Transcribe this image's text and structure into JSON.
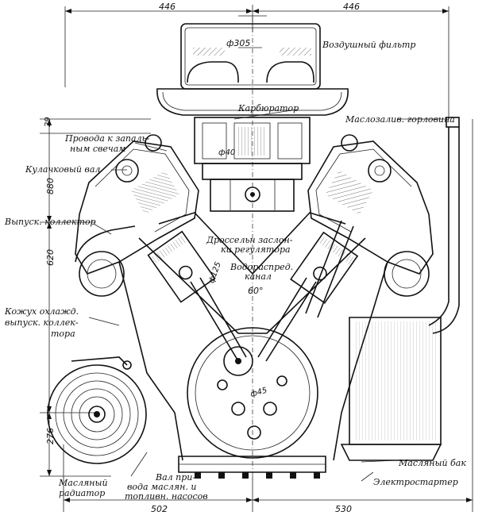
{
  "dimensions": {
    "top_left": "446",
    "top_right": "446",
    "bottom_left": "502",
    "bottom_right": "530",
    "side_29": "29",
    "side_880": "880",
    "side_620": "620",
    "side_276": "276",
    "filter_dia": "ф305",
    "carb_dia": "ф40",
    "piston_dia": "ф125",
    "crank_dia": "ф45",
    "angle": "60°"
  },
  "labels": {
    "air_filter": "Воздушный фильтр",
    "carburetor": "Карбюратор",
    "oil_filler": "Маслозалив. горловина",
    "wires_1": "Провода к запаль-",
    "wires_2": "ным свечам",
    "camshaft": "Кулачковый вал",
    "exhaust_manifold": "Выпуск. коллектор",
    "throttle_1": "Дроссельн заслон-",
    "throttle_2": "ки регулятора",
    "water_1": "Водораспред.",
    "water_2": "канал",
    "cover_1": "Кожух охлажд.",
    "cover_2": "выпуск. коллек-",
    "cover_3": "тора",
    "oil_tank": "Масляный бак",
    "starter": "Электростартер",
    "radiator_1": "Масляный",
    "radiator_2": "радиатор",
    "drive_1": "Вал при-",
    "drive_2": "вода маслян. и",
    "drive_3": "топливн. насосов"
  }
}
